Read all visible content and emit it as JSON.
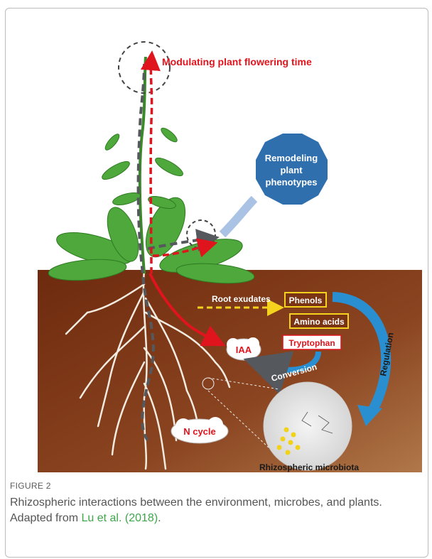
{
  "figure": {
    "labels": {
      "flowering": "Modulating plant flowering time",
      "remodeling": [
        "Remodeling",
        "plant",
        "phenotypes"
      ],
      "root_exudates": "Root exudates",
      "phenols": "Phenols",
      "amino_acids": "Amino acids",
      "tryptophan": "Tryptophan",
      "iaa": "IAA",
      "conversion": "Conversion",
      "regulation": "Regulation",
      "n_cycle": "N cycle",
      "microbiota": "Rhizospheric microbiota"
    },
    "colors": {
      "soil": "#7a3414",
      "leaf": "#4fa83c",
      "red_arrow": "#e0141c",
      "gray_arrow": "#55585c",
      "blue": "#2f6fae",
      "yellow_dash": "#f5d21e"
    }
  },
  "caption": {
    "label": "FIGURE 2",
    "text_before": "Rhizospheric interactions between the environment, microbes, and plants. Adapted from ",
    "author_link": "Lu et al.",
    "year_link": "(2018)",
    "text_after": "."
  }
}
